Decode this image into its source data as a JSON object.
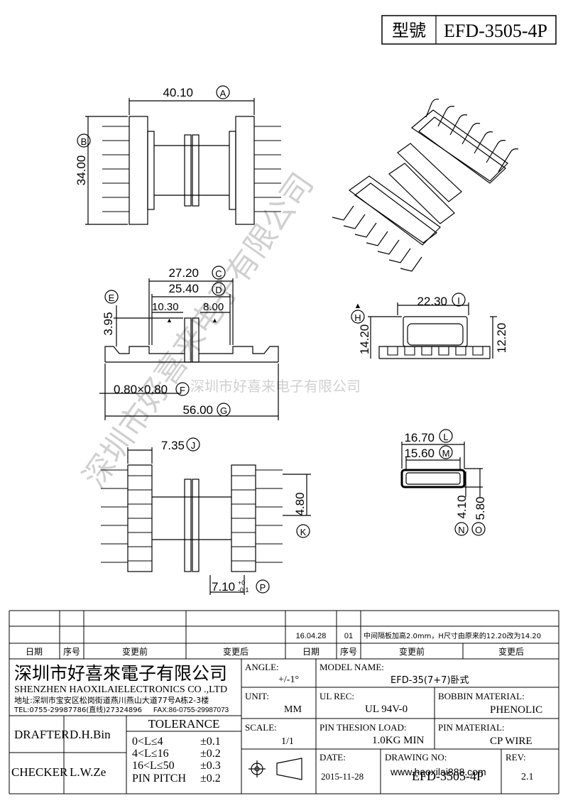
{
  "header": {
    "model_label": "型號",
    "model_value": "EFD-3505-4P"
  },
  "watermark": {
    "text_diag": "深圳市好喜来电子有限公司",
    "text_horiz": "深圳市好喜来电子有限公司",
    "url": "www.haoxilai888.com"
  },
  "dims": {
    "a": "40.10",
    "a_mark": "A",
    "b": "34.00",
    "b_mark": "B",
    "c": "27.20",
    "c_mark": "C",
    "d": "25.40",
    "d_mark": "D",
    "e": "3.95",
    "e_mark": "E",
    "f": "0.80×0.80",
    "f_mark": "F",
    "g": "56.00",
    "g_mark": "G",
    "h": "14.20",
    "h_mark": "H",
    "i": "22.30",
    "i_mark": "I",
    "h2": "12.20",
    "left_gap": "10.30",
    "right_gap": "8.00",
    "j": "7.35",
    "j_mark": "J",
    "k": "4.80",
    "k_mark": "K",
    "l": "16.70",
    "l_mark": "L",
    "m": "15.60",
    "m_mark": "M",
    "n": "4.10",
    "n_mark": "N",
    "o": "5.80",
    "o_mark": "O",
    "p": "7.10",
    "p_tol_plus": "+0",
    "p_tol_minus": "-0.1",
    "p_mark": "P"
  },
  "revision": {
    "date": "16.04.28",
    "no": "01",
    "desc": "中间隔板加高2.0mm，H尺寸由原来的12.20改为14.20",
    "headers": [
      "日期",
      "序号",
      "变更前",
      "变更后",
      "日期",
      "序号",
      "变更前",
      "变更后"
    ]
  },
  "title_block": {
    "company_cn": "深圳市好喜來電子有限公司",
    "company_en": "SHENZHEN HAOXILAIELECTRONICS CO .,LTD",
    "address": "地址:深圳市宝安区松岗街道燕川燕山大道77号A栋2-3楼",
    "tel": "TEL:0755-29987786(直线)27324896",
    "fax": "FAX:86-0755-29987073",
    "angle_label": "ANGLE:",
    "angle_value": "+/-1°",
    "model_name_label": "MODEL NAME:",
    "model_name_value": "EFD-35(7+7)卧式",
    "unit_label": "UNIT:",
    "unit_value": "MM",
    "ul_label": "UL REC:",
    "ul_value": "UL 94V-0",
    "bobbin_label": "BOBBIN MATERIAL:",
    "bobbin_value": "PHENOLIC",
    "scale_label": "SCALE:",
    "scale_value": "1/1",
    "load_label": "PIN THESION LOAD:",
    "load_value": "1.0KG MIN",
    "pin_mat_label": "PIN MATERIAL:",
    "pin_mat_value": "CP  WIRE",
    "date_label": "DATE:",
    "date_value": "2015-11-28",
    "drawing_label": "DRAWING NO:",
    "drawing_value": "EFD-3505-4P",
    "rev_label": "REV:",
    "rev_value": "2.1",
    "drafter_label": "DRAFTER",
    "drafter_value": "D.H.Bin",
    "checker_label": "CHECKER",
    "checker_value": "L.W.Ze",
    "tolerance_label": "TOLERANCE",
    "tol_rows": [
      {
        "range": "0<L≤4",
        "tol": "±0.1"
      },
      {
        "range": "4<L≤16",
        "tol": "±0.2"
      },
      {
        "range": "16<L≤50",
        "tol": "±0.3"
      },
      {
        "range": "PIN PITCH",
        "tol": "±0.2"
      }
    ]
  }
}
